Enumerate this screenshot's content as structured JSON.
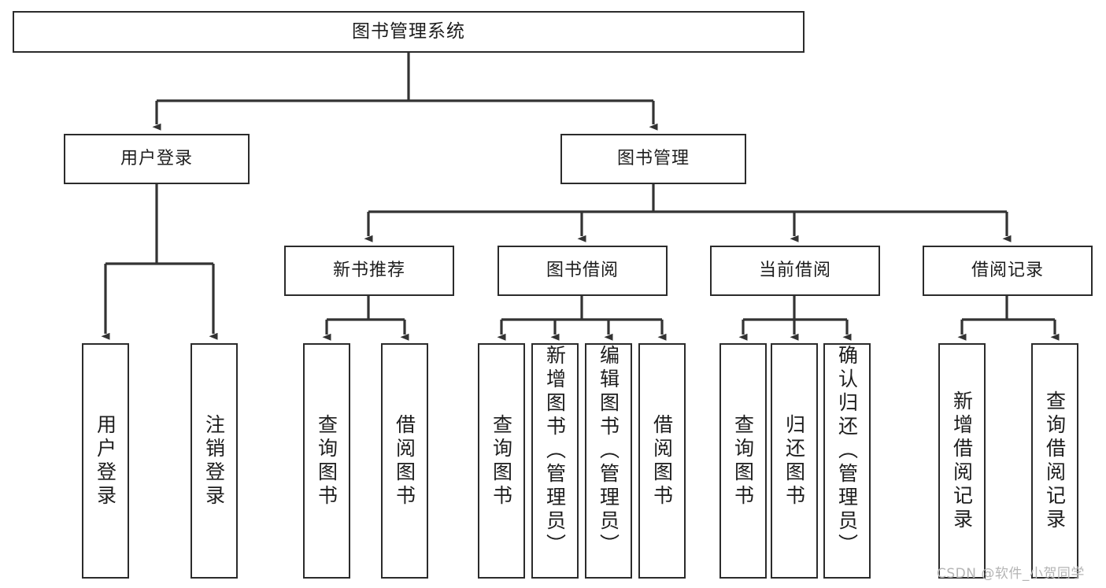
{
  "diagram": {
    "title": "图书管理系统",
    "type": "hierarchy-block-diagram",
    "root": {
      "label": "图书管理系统"
    },
    "level2": [
      {
        "label": "用户登录"
      },
      {
        "label": "图书管理"
      }
    ],
    "level3": [
      {
        "label": "新书推荐"
      },
      {
        "label": "图书借阅"
      },
      {
        "label": "当前借阅"
      },
      {
        "label": "借阅记录"
      }
    ],
    "leaves": {
      "user_login": [
        {
          "label": "用户登录"
        },
        {
          "label": "注销登录"
        }
      ],
      "new_book_recommend": [
        {
          "label": "查询图书"
        },
        {
          "label": "借阅图书"
        }
      ],
      "book_borrow": [
        {
          "label": "查询图书"
        },
        {
          "label": "新增图书（管理员）"
        },
        {
          "label": "编辑图书（管理员）"
        },
        {
          "label": "借阅图书"
        }
      ],
      "current_borrow": [
        {
          "label": "查询图书"
        },
        {
          "label": "归还图书"
        },
        {
          "label": "确认归还（管理员）"
        }
      ],
      "borrow_record": [
        {
          "label": "新增借阅记录"
        },
        {
          "label": "查询借阅记录"
        }
      ]
    }
  },
  "watermark": {
    "text": "CSDN @软件_小贺同学"
  },
  "colors": {
    "box_border": "#2b2b2b",
    "box_fill": "#ffffff",
    "text": "#1d1d1d",
    "connector": "#333333",
    "watermark": "#b4b4b4",
    "background": "#ffffff"
  }
}
